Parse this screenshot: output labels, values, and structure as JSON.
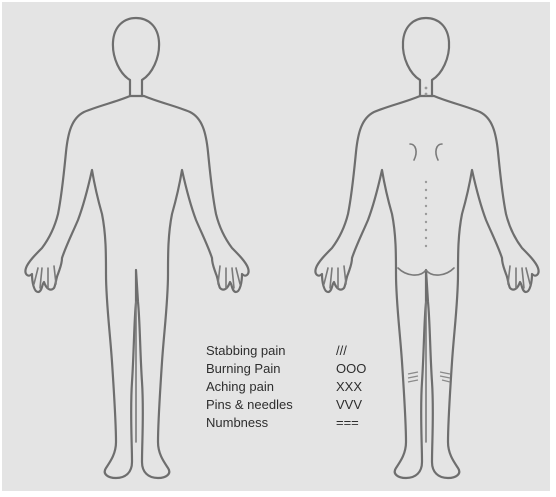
{
  "legend": {
    "items": [
      {
        "label": "Stabbing pain",
        "symbol": "///"
      },
      {
        "label": "Burning Pain",
        "symbol": "OOO"
      },
      {
        "label": "Aching pain",
        "symbol": "XXX"
      },
      {
        "label": "Pins & needles",
        "symbol": "VVV"
      },
      {
        "label": "Numbness",
        "symbol": "==="
      }
    ]
  },
  "colors": {
    "background": "#e4e4e4",
    "outline": "#6e6e6e",
    "text": "#2e2e2e"
  }
}
